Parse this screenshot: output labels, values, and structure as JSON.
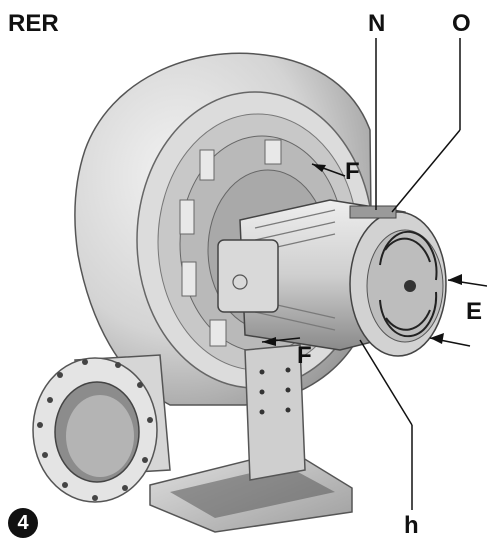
{
  "header": {
    "brand": "RER"
  },
  "callouts": {
    "N": "N",
    "O": "O",
    "F_top": "F",
    "E": "E",
    "F_bottom": "F",
    "h": "h"
  },
  "figure": {
    "step_number": "4"
  },
  "colors": {
    "metal_light": "#e6e6e6",
    "metal_mid": "#c9c9c9",
    "metal_dark": "#8e8e8e",
    "ink": "#111111"
  }
}
